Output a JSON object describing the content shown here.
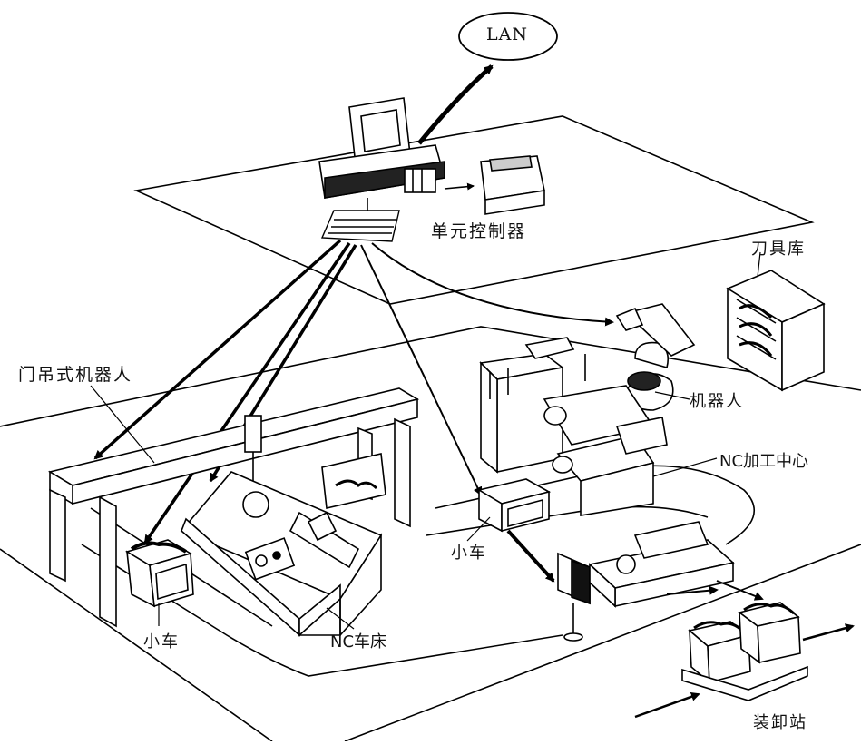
{
  "labels": {
    "lan": "LAN",
    "cell_controller": "单元控制器",
    "tool_magazine": "刀具库",
    "gantry_robot": "门吊式机器人",
    "robot": "机器人",
    "nc_machining_center": "NC加工中心",
    "cart_right": "小车",
    "cart_left": "小车",
    "nc_lathe": "NC车床",
    "load_station": "装卸站"
  }
}
